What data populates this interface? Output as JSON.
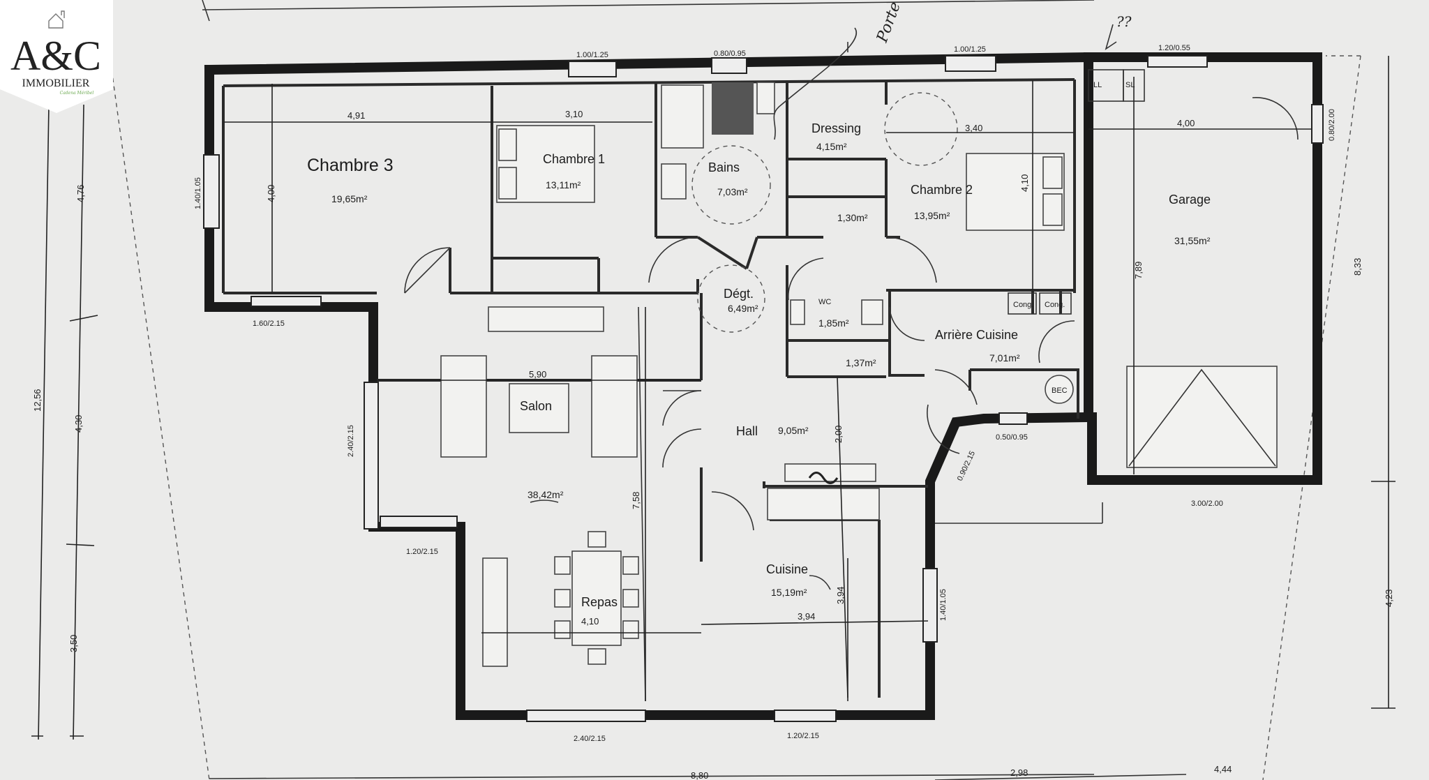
{
  "logo": {
    "name": "A&C",
    "line2": "IMMOBILIER",
    "tagline": "Cadena Méribel"
  },
  "annotations": {
    "handwritten_1": "Porte",
    "handwritten_2": "??"
  },
  "rooms": {
    "chambre3": {
      "label": "Chambre 3",
      "area": "19,65m²"
    },
    "chambre1": {
      "label": "Chambre 1",
      "area": "13,11m²"
    },
    "bains": {
      "label": "Bains",
      "area": "7,03m²"
    },
    "dressing": {
      "label": "Dressing",
      "area": "4,15m²"
    },
    "placard": {
      "area": "1,30m²"
    },
    "chambre2": {
      "label": "Chambre 2",
      "area": "13,95m²"
    },
    "garage": {
      "label": "Garage",
      "area": "31,55m²"
    },
    "degt": {
      "label": "Dégt.",
      "area": "6,49m²"
    },
    "wc": {
      "label": "WC",
      "area": "1,85m²"
    },
    "cellier": {
      "area": "1,37m²"
    },
    "arriere_cuisine": {
      "label": "Arrière Cuisine",
      "area": "7,01m²"
    },
    "cong1": {
      "label": "Cong."
    },
    "cong2": {
      "label": "Cong."
    },
    "bec": {
      "label": "BEC"
    },
    "ll": {
      "label": "LL"
    },
    "sl": {
      "label": "SL"
    },
    "salon": {
      "label": "Salon",
      "area": "38,42m²"
    },
    "hall": {
      "label": "Hall",
      "area": "9,05m²"
    },
    "repas": {
      "label": "Repas"
    },
    "cuisine": {
      "label": "Cuisine",
      "area": "15,19m²"
    }
  },
  "openings": {
    "top_1": "1.00/1.25",
    "top_2": "0.80/0.95",
    "top_3": "1.00/1.25",
    "top_4": "1.20/0.55",
    "left_ch3": "1.40/1.05",
    "bottom_ch3": "1.60/2.15",
    "left_salon": "2.40/2.15",
    "bottom_salon": "1.20/2.15",
    "bottom_repas": "2.40/2.15",
    "bottom_cuisine": "1.20/2.15",
    "right_cuisine": "1.40/1.05",
    "diag_door": "0.90/2.15",
    "ac_window": "0.50/0.95",
    "garage_door": "3.00/2.00",
    "garage_right": "0.80/2.00"
  },
  "dimensions": {
    "ch3_width": "4,91",
    "ch3_height": "4,00",
    "ch1_width": "3,10",
    "ch2_width": "3,40",
    "ch2_height": "4,10",
    "garage_width": "4,00",
    "garage_height": "7,89",
    "salon_width": "5,90",
    "salon_height": "7,58",
    "hall_height": "2,00",
    "repas_width": "4,10",
    "cuisine_width": "3,94",
    "cuisine_height": "3,94",
    "left_total": "12,56",
    "left_1": "4,76",
    "left_2": "4,30",
    "left_3": "3,50",
    "right_1": "8,33",
    "right_2": "4,23",
    "bottom_total": "8,80",
    "bottom_2": "2,98",
    "bottom_3": "4,44"
  }
}
